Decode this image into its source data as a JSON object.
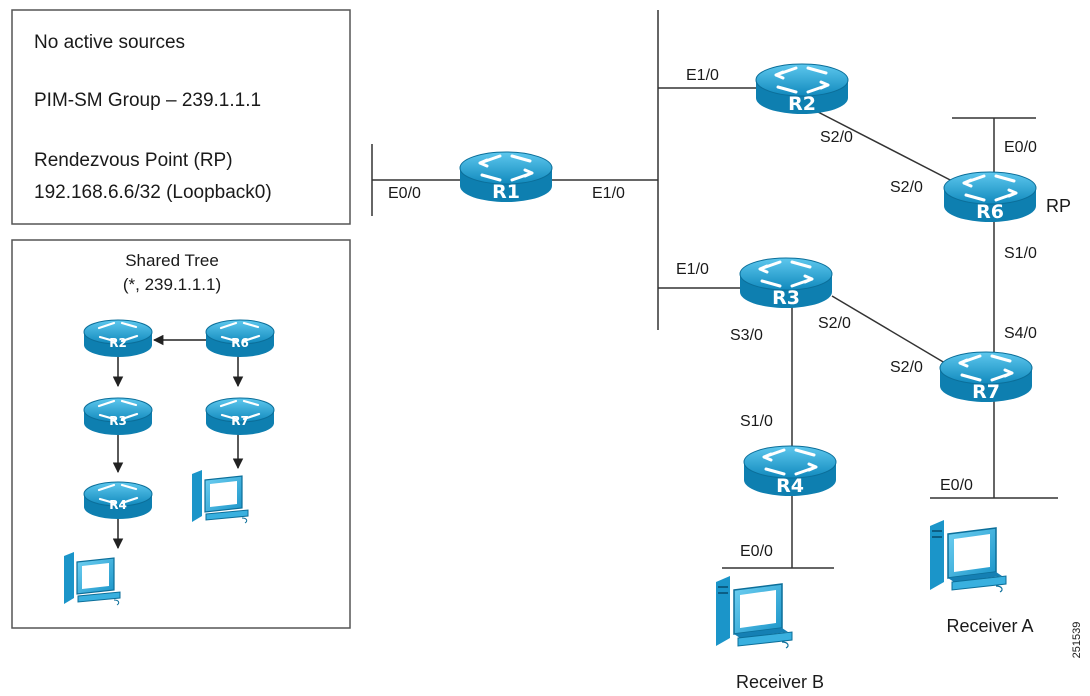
{
  "info_box": {
    "line1": "No active sources",
    "line2": "PIM-SM Group – 239.1.1.1",
    "line3": "Rendezvous Point (RP)",
    "line4": "192.168.6.6/32 (Loopback0)"
  },
  "legend": {
    "title": "Shared Tree",
    "subtitle": "(*, 239.1.1.1)",
    "routers": {
      "r2": "R2",
      "r6": "R6",
      "r3": "R3",
      "r7": "R7",
      "r4": "R4"
    }
  },
  "routers": {
    "r1": "R1",
    "r2": "R2",
    "r3": "R3",
    "r4": "R4",
    "r6": "R6",
    "r7": "R7"
  },
  "interfaces": {
    "r1_e0": "E0/0",
    "r1_e1": "E1/0",
    "r2_e1": "E1/0",
    "r2_s2": "S2/0",
    "r6_s2": "S2/0",
    "r6_e0": "E0/0",
    "r6_s1": "S1/0",
    "r3_e1": "E1/0",
    "r3_s3": "S3/0",
    "r3_s2": "S2/0",
    "r7_s2": "S2/0",
    "r7_s4": "S4/0",
    "r7_e0": "E0/0",
    "r4_s1": "S1/0",
    "r4_e0": "E0/0"
  },
  "rp_label": "RP",
  "receivers": {
    "a": "Receiver A",
    "b": "Receiver B"
  },
  "figure_id": "251539",
  "colors": {
    "router": "#1a9fd4",
    "router_dark": "#0b6e99",
    "link": "#333333",
    "box_border": "#555555"
  }
}
